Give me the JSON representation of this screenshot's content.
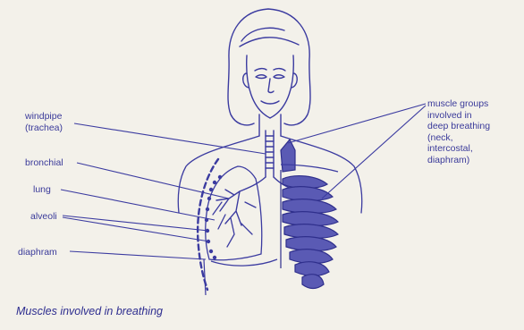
{
  "figure": {
    "caption": "Muscles involved in breathing",
    "ink_color": "#3b3ba0",
    "fill_color": "#5a5ab4",
    "background": "#f3f1ea",
    "labels": {
      "windpipe_1": "windpipe",
      "windpipe_2": "(trachea)",
      "bronchial": "bronchial",
      "lung": "lung",
      "alveoli": "alveoli",
      "diaphram": "diaphram",
      "muscle_1": "muscle groups",
      "muscle_2": "involved in",
      "muscle_3": "deep breathing",
      "muscle_4": "(neck,",
      "muscle_5": "intercostal,",
      "muscle_6": "diaphram)"
    }
  }
}
